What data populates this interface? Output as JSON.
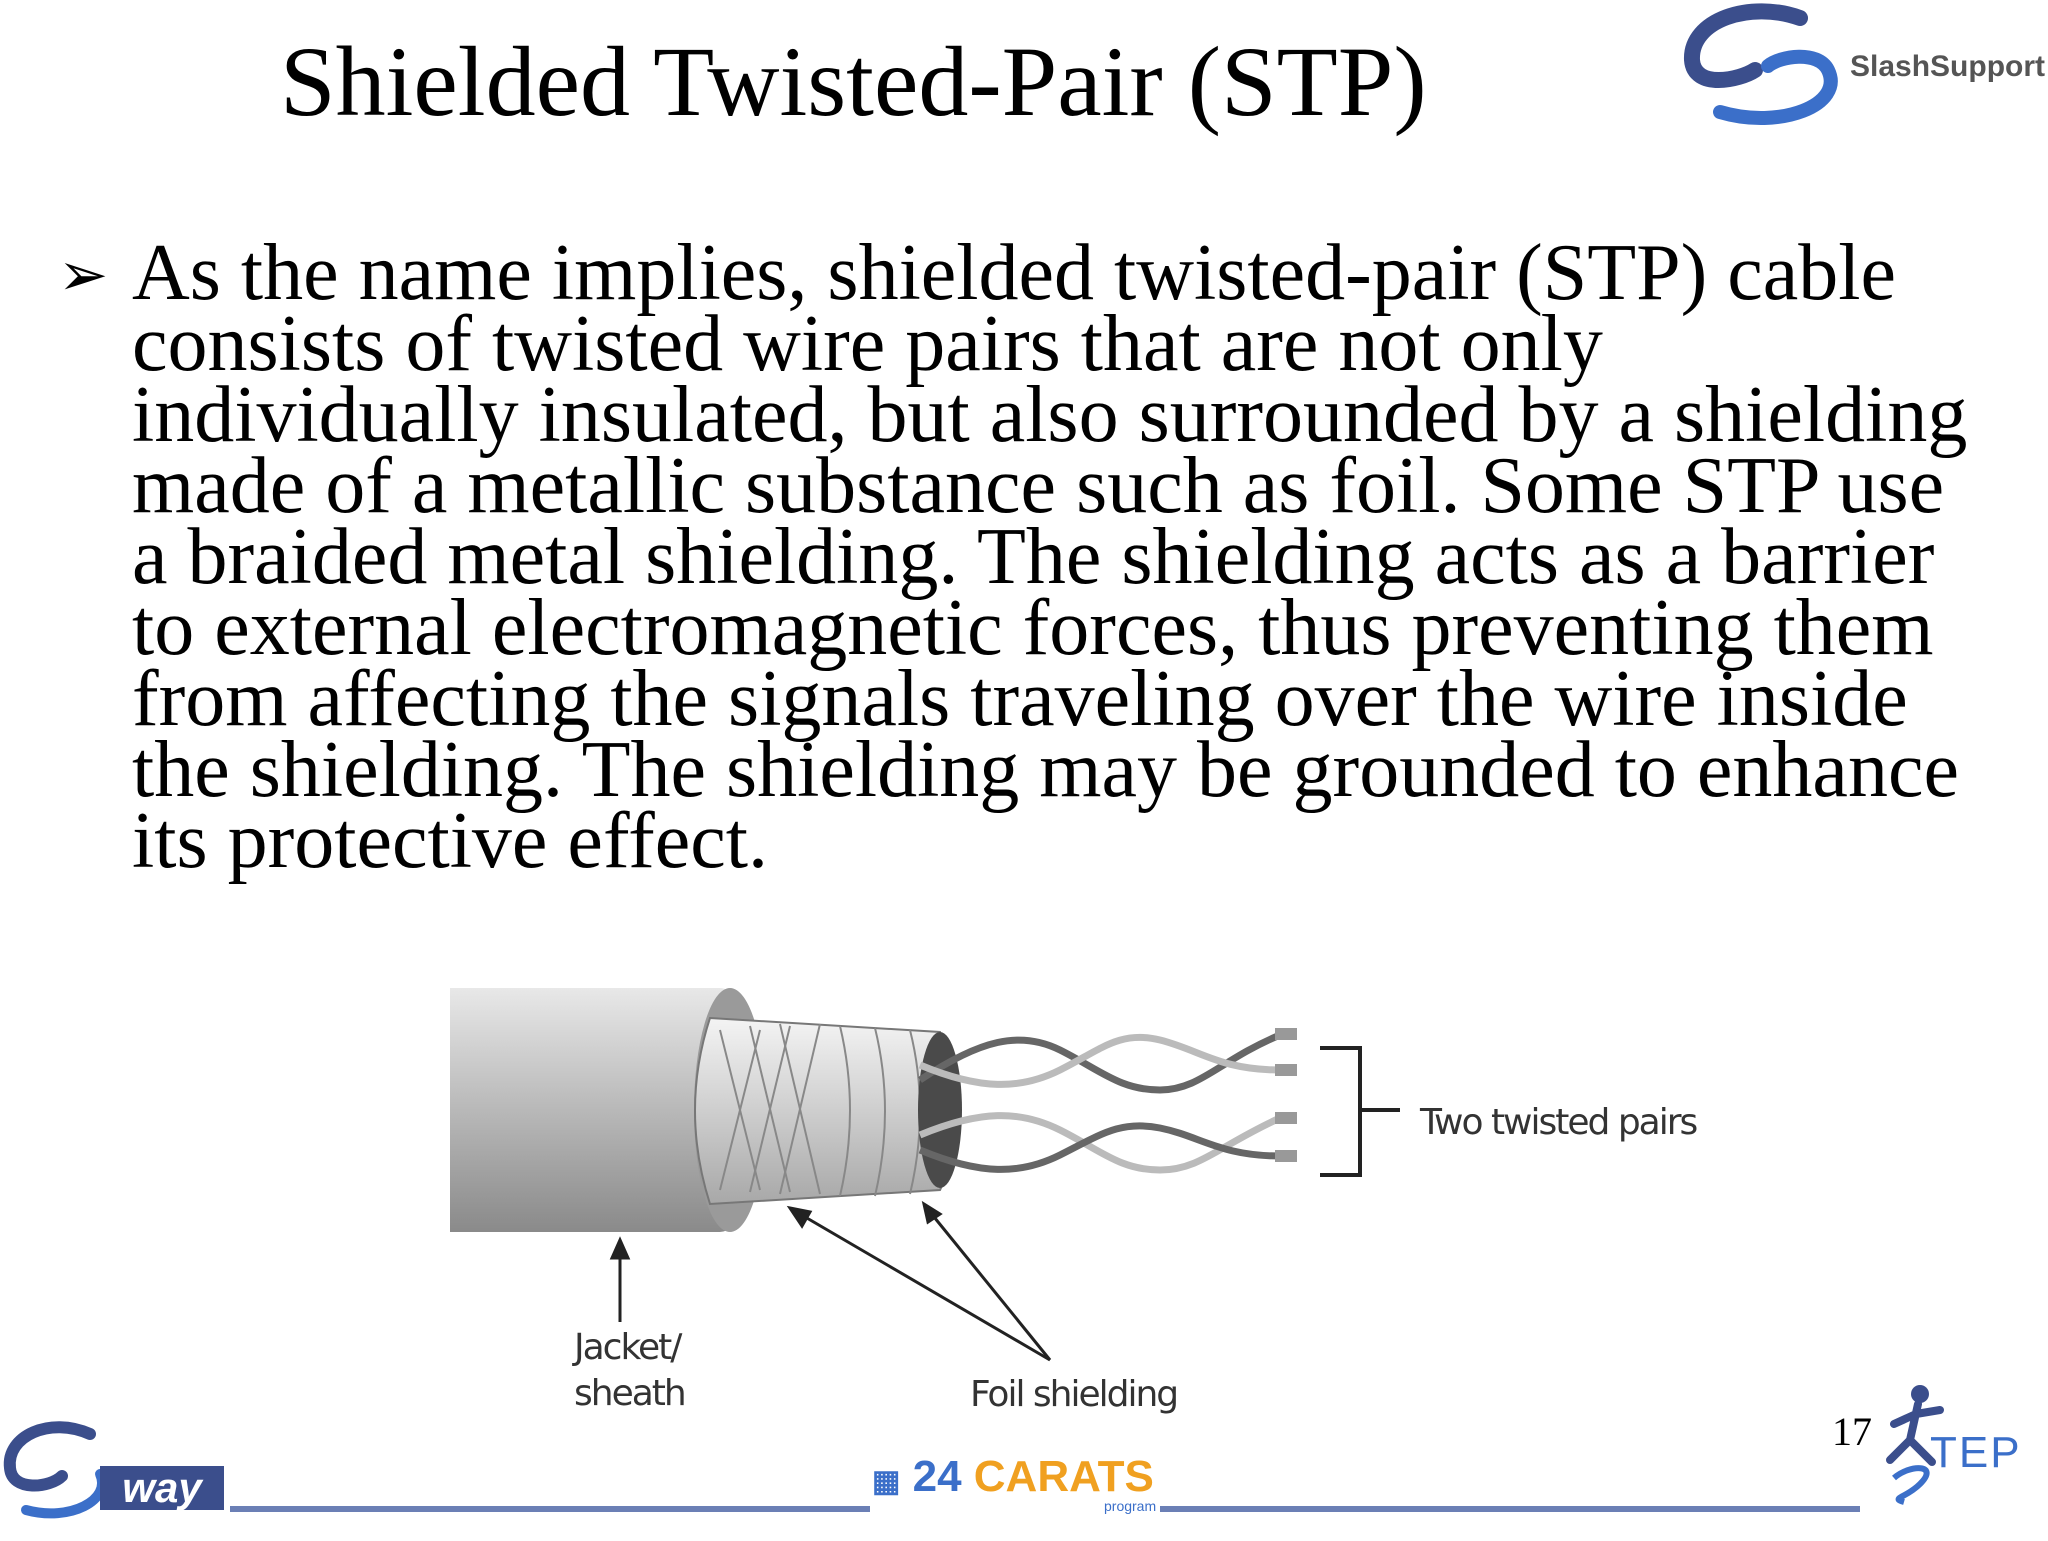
{
  "slide": {
    "title": "Shielded Twisted-Pair (STP)",
    "bullet_glyph": "➢",
    "bullet_text": "As the name implies, shielded twisted-pair (STP) cable\nconsists of twisted wire pairs that are not only\nindividually insulated, but also surrounded by a shielding\nmade of a metallic substance such as foil. Some STP use\na braided metal shielding. The shielding acts as a barrier\nto external electromagnetic forces, thus preventing them\nfrom affecting the signals traveling over the wire inside\nthe shielding. The shielding may be grounded to enhance\nits protective effect.",
    "page_number": "17"
  },
  "diagram": {
    "labels": {
      "pairs": "Two twisted pairs",
      "jacket": "Jacket/\nsheath",
      "foil": "Foil shielding"
    }
  },
  "logos": {
    "top_right_brand": "SlashSupport",
    "bottom_left": "way",
    "bottom_center_number": "24",
    "bottom_center_word": "CARATS",
    "bottom_center_sub": "program",
    "bottom_right": "TEP"
  },
  "colors": {
    "footer_line": "#6b7fb5",
    "logo_blue": "#3b4e8c",
    "accent_orange": "#f0a020"
  }
}
